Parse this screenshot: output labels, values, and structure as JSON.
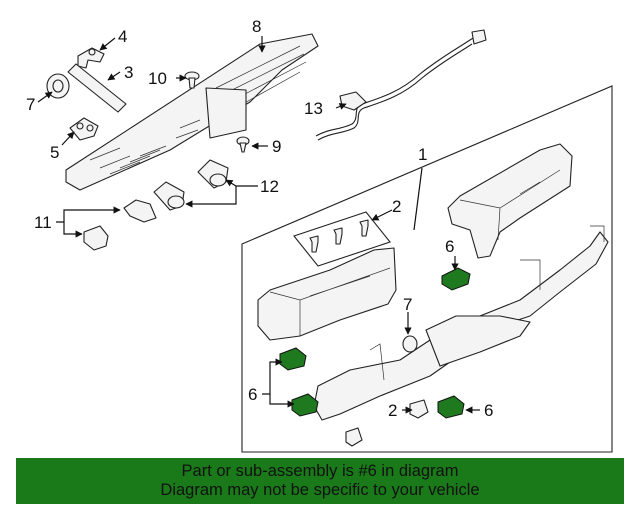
{
  "colors": {
    "highlight": "#1f7a1f",
    "banner": "#1a7a1a",
    "ink": "#111111"
  },
  "callouts": {
    "c1": "1",
    "c2": "2",
    "c3": "3",
    "c4": "4",
    "c5": "5",
    "c6a": "6",
    "c6b": "6",
    "c6c": "6",
    "c7a": "7",
    "c7b": "7",
    "c8": "8",
    "c9": "9",
    "c10": "10",
    "c11": "11",
    "c12": "12",
    "c13": "13"
  },
  "banner": {
    "line1": "Part or sub-assembly is #6 in diagram",
    "line2": "Diagram may not be specific to your vehicle"
  }
}
